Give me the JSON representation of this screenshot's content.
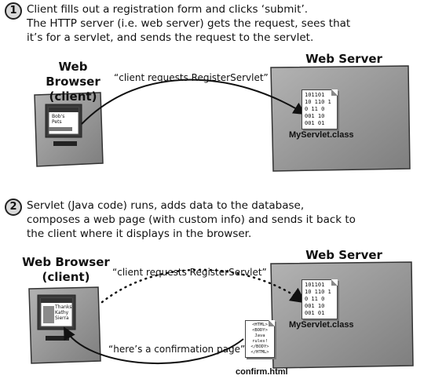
{
  "step1": {
    "number": "1",
    "lines": [
      "Client fills out a registration form and clicks ‘submit’.",
      "The HTTP server (i.e. web server) gets the request, sees that",
      "it’s for a servlet, and sends the request to the servlet."
    ],
    "browser_label_1": "Web Browser",
    "browser_label_2": "(client)",
    "server_label": "Web Server",
    "request_quote": "“client requests RegisterServlet”",
    "screen_text": [
      "Bob's",
      "Pets"
    ],
    "file_code": [
      "101101",
      "10 110 1",
      "0 11 0",
      "001 10",
      "001 01"
    ],
    "file_name": "MyServlet.class"
  },
  "step2": {
    "number": "2",
    "lines": [
      "Servlet (Java code) runs, adds data to the database,",
      "composes a web page (with custom info) and sends it back to",
      "the client where it displays in the browser."
    ],
    "browser_label_1": "Web Browser",
    "browser_label_2": "(client)",
    "server_label": "Web Server",
    "request_quote": "“client requests RegisterServlet”",
    "response_quote": "“here’s a confirmation page”",
    "screen_text": [
      "Thanks",
      "Kathy",
      "Sierra"
    ],
    "file_code": [
      "101101",
      "10 110 1",
      "0 11 0",
      "001 10",
      "001 01"
    ],
    "file_name": "MyServlet.class",
    "html_code": [
      "<HTML>",
      "<BODY>",
      "Java",
      "rules!",
      "</BODY>",
      "</HTML>"
    ],
    "html_name": "confirm.html"
  },
  "colors": {
    "box_fill": "#9a9a9a",
    "box_dark": "#555555",
    "screen": "#3a3a3a"
  }
}
